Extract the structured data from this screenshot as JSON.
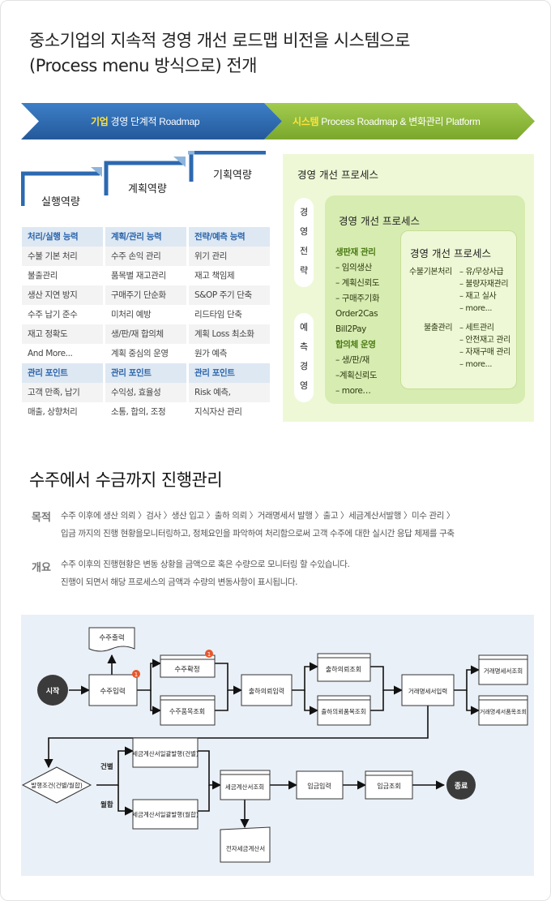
{
  "header": {
    "title_line1": "중소기업의 지속적 경영 개선 로드맵 비전을 시스템으로",
    "title_line2": "(Process menu 방식으로) 전개"
  },
  "banner": {
    "left_highlight": "기업",
    "left_text": " 경영 단계적 Roadmap",
    "right_highlight": "시스템",
    "right_text": " Process Roadmap & 변화관리 Platform"
  },
  "stairs": {
    "step1": "실행역량",
    "step2": "계획역량",
    "step3": "기획역량"
  },
  "ability_table": {
    "columns": [
      {
        "header": "처리/실행 능력",
        "items": [
          "수불 기본 처리",
          "불출관리",
          "생산 지연 방지",
          "수주 납기 준수",
          "재고 정확도",
          "And More..."
        ],
        "point_header": "관리 포인트",
        "points": [
          "고객 만족, 납기",
          "매출, 상향처리"
        ]
      },
      {
        "header": "계획/관리 능력",
        "items": [
          "수주 손익 관리",
          "품목별 재고관리",
          "구매주기 단순화",
          "미처리 예방",
          "생/판/재 합의체",
          "계획 중심의 운영"
        ],
        "point_header": "관리 포인트",
        "points": [
          "수익성, 효율성",
          "소통, 합의, 조정"
        ]
      },
      {
        "header": "전략/예측 능력",
        "items": [
          "위기 관리",
          "재고 책임제",
          "S&OP 주기 단축",
          "리드타임 단축",
          "계획 Loss 최소화",
          "원가 예측"
        ],
        "point_header": "관리 포인트",
        "points": [
          "Risk 예측,",
          "지식자산 관리"
        ]
      }
    ]
  },
  "process_panel": {
    "title": "경영 개선 프로세스",
    "pill_top": [
      "경",
      "영",
      "전",
      "략"
    ],
    "pill_bottom": [
      "예",
      "측",
      "경",
      "영"
    ],
    "inner_title": "경영 개선 프로세스",
    "inner_lines": [
      {
        "text": "생판재 관리",
        "green": true
      },
      {
        "text": "– 임의생산",
        "green": false
      },
      {
        "text": "– 계획신뢰도",
        "green": false
      },
      {
        "text": "– 구매주기화",
        "green": false
      },
      {
        "text": "Order2Cas",
        "green": false
      },
      {
        "text": "Bill2Pay",
        "green": false
      },
      {
        "text": "합의체 운영",
        "green": true
      },
      {
        "text": "– 생/판/재",
        "green": false
      },
      {
        "text": "–계획신뢰도",
        "green": false
      },
      {
        "text": "– more…",
        "green": false
      }
    ],
    "innermost_title": "경영 개선 프로세스",
    "group1_label": "수불기본처리",
    "group1_items": [
      "– 유/무상사급",
      "– 불량자재관리",
      "– 재고 실사",
      "– more..."
    ],
    "group2_label": "불출관리",
    "group2_items": [
      "– 세트관리",
      "– 안전재고 관리",
      "– 자재구매 관리",
      "– more..."
    ]
  },
  "section2": {
    "title": "수주에서 수금까지 진행관리",
    "purpose_label": "목적",
    "purpose_line1": "수주 이후에 생산 의뢰 〉검사 〉생산 입고 〉출하 의뢰 〉거래명세서 발행 〉출고 〉세금계산서발행 〉미수 관리  〉",
    "purpose_line2": "입금 까지의 진행 현황을모니터링하고, 정체요인을 파악하여 처리함으로써 고객 수주에 대한 실시간 응답 체제를 구축",
    "overview_label": "개요",
    "overview_line1": "수주 이후의 진행현황은 변동 상황을 금액으로 혹은 수량으로 모니터링 할 수있습니다.",
    "overview_line2": "진행이 되면서 해당 프로세스의 금액과 수량의 변동사항이 표시됩니다."
  },
  "flow": {
    "start": "시작",
    "end": "종료",
    "order_output": "수주출력",
    "order_input": "수주입력",
    "order_confirm": "수주확정",
    "order_item_query": "수주품목조회",
    "ship_request_input": "출하의뢰입력",
    "ship_request_query": "출하의뢰조회",
    "ship_request_item_query": "출하의뢰품목조회",
    "statement_input": "거래명세서입력",
    "statement_query": "거래명세서조회",
    "statement_item_query": "거래명세서품목조회",
    "issue_condition": "발행조건(건별/월합)",
    "per_case": "건별",
    "monthly": "월합",
    "tax_issue_case": "세금계산서일괄발행(건별)",
    "tax_issue_month": "세금계산서일괄발행(월합)",
    "tax_query": "세금계산서조회",
    "e_tax": "전자세금계산서",
    "payment_input": "입금입력",
    "payment_query": "입금조회",
    "badge": "1"
  },
  "colors": {
    "blue": "#2c69b0",
    "green": "#8dbb3c",
    "yellow_highlight": "#ffe23a",
    "panel_bg": "#eef8d6",
    "flow_bg": "#eaf0f7",
    "badge": "#e8572a"
  }
}
